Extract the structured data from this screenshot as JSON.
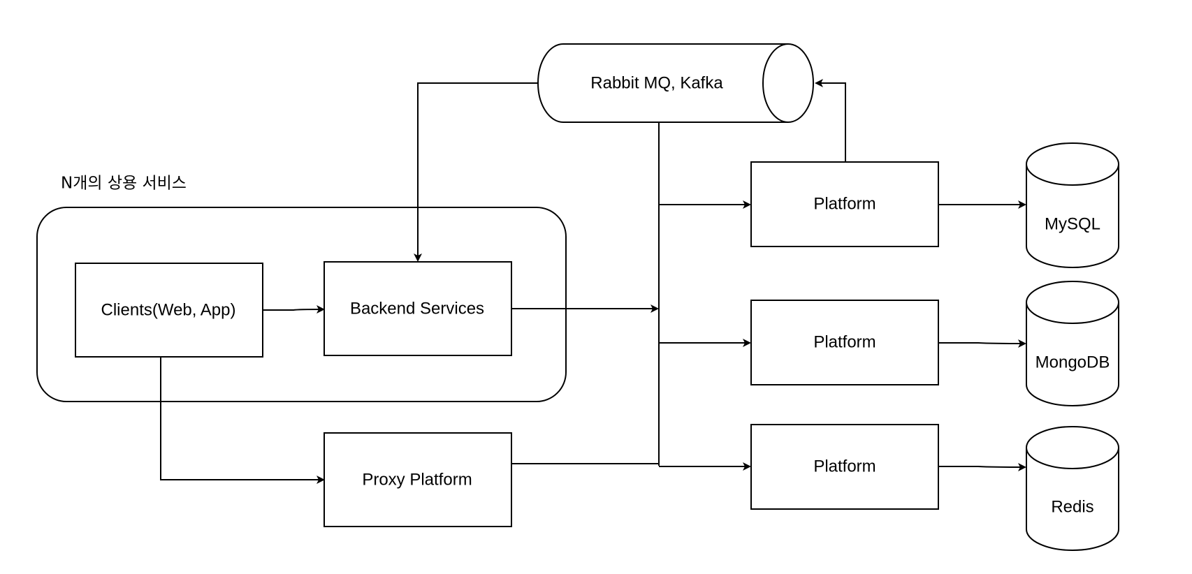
{
  "group": {
    "title": "N개의 상용 서비스"
  },
  "nodes": {
    "queue": {
      "label": "Rabbit MQ, Kafka"
    },
    "clients": {
      "label": "Clients(Web, App)"
    },
    "backend": {
      "label": "Backend Services"
    },
    "proxy": {
      "label": "Proxy Platform"
    },
    "platform_1": {
      "label": "Platform"
    },
    "platform_2": {
      "label": "Platform"
    },
    "platform_3": {
      "label": "Platform"
    },
    "mysql": {
      "label": "MySQL"
    },
    "mongodb": {
      "label": "MongoDB"
    },
    "redis": {
      "label": "Redis"
    }
  },
  "edges": [
    {
      "from": "queue",
      "to": "backend"
    },
    {
      "from": "clients",
      "to": "backend"
    },
    {
      "from": "clients",
      "to": "proxy"
    },
    {
      "from": "backend",
      "to": "bus"
    },
    {
      "from": "proxy",
      "to": "bus"
    },
    {
      "from": "queue",
      "to": "bus"
    },
    {
      "from": "bus",
      "to": "platform_1"
    },
    {
      "from": "bus",
      "to": "platform_2"
    },
    {
      "from": "bus",
      "to": "platform_3"
    },
    {
      "from": "platform_1",
      "to": "queue"
    },
    {
      "from": "platform_1",
      "to": "mysql"
    },
    {
      "from": "platform_2",
      "to": "mongodb"
    },
    {
      "from": "platform_3",
      "to": "redis"
    }
  ],
  "style": {
    "stroke": "#000000",
    "fill": "#ffffff"
  }
}
